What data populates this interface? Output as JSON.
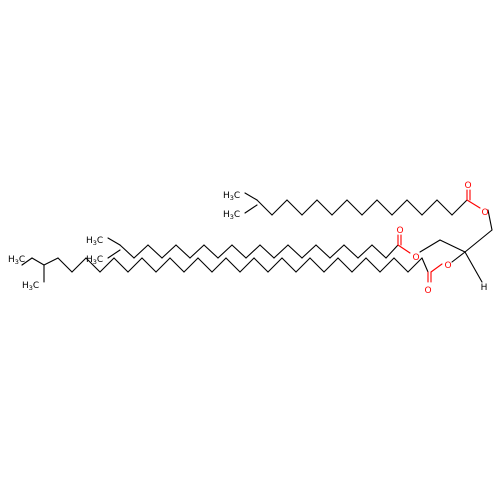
{
  "molecule": {
    "atoms": {
      "methyl_label": "H",
      "methyl_sub": "3",
      "methyl_c": "C",
      "oxygen": "O",
      "hydrogen": "H"
    },
    "colors": {
      "bond": "#000000",
      "oxygen": "#ff0000",
      "background": "#ffffff"
    }
  }
}
